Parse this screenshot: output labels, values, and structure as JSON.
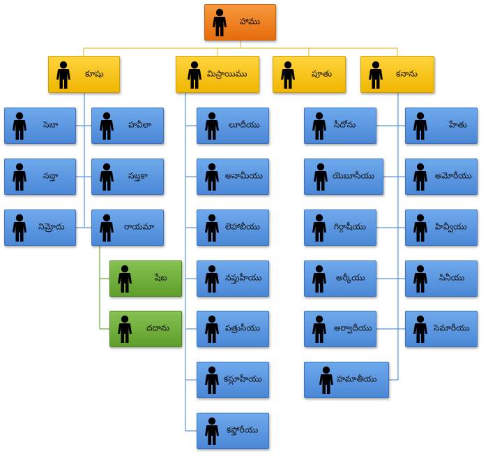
{
  "root": {
    "label": "హాము"
  },
  "level1": [
    {
      "label": "కూషు"
    },
    {
      "label": "మిస్రాయిము"
    },
    {
      "label": "పూతు"
    },
    {
      "label": "కనాను"
    }
  ],
  "kush_children": {
    "left": [
      {
        "label": "సెబా"
      },
      {
        "label": "సబ్తా"
      },
      {
        "label": "నిమ్రోదు"
      }
    ],
    "right": [
      {
        "label": "హవీలా"
      },
      {
        "label": "సబ్తకా"
      },
      {
        "label": "రాయమా"
      }
    ]
  },
  "raamah_children": [
    {
      "label": "షేబ"
    },
    {
      "label": "దదాను"
    }
  ],
  "mizraim_children": [
    {
      "label": "లూదీయు"
    },
    {
      "label": "అనామీయు"
    },
    {
      "label": "లెహాబీయు"
    },
    {
      "label": "నప్తుహీయు"
    },
    {
      "label": "పత్రుసీయు"
    },
    {
      "label": "కస్లూహీయు"
    },
    {
      "label": "కఫ్తోరీయు"
    }
  ],
  "canaan_children": {
    "left": [
      {
        "label": "సీదోను"
      },
      {
        "label": "యెబూసీయు"
      },
      {
        "label": "గిర్గాషీయు"
      },
      {
        "label": "అర్కీయు"
      },
      {
        "label": "అర్వాదీయు"
      },
      {
        "label": "హమాతీయు"
      }
    ],
    "right": [
      {
        "label": "హేతు"
      },
      {
        "label": "అమోరీయు"
      },
      {
        "label": "హివ్వీయు"
      },
      {
        "label": "సినీయు"
      },
      {
        "label": "సెమారీయు"
      }
    ]
  },
  "colors": {
    "root": "#f07d1f",
    "level1": "#ffc80a",
    "blue": "#5a97e0",
    "green": "#72b03c",
    "connector_gold": "#e8c13a",
    "connector_blue": "#5a91d6",
    "connector_green": "#6aa83a"
  },
  "icon": "person-silhouette-icon"
}
